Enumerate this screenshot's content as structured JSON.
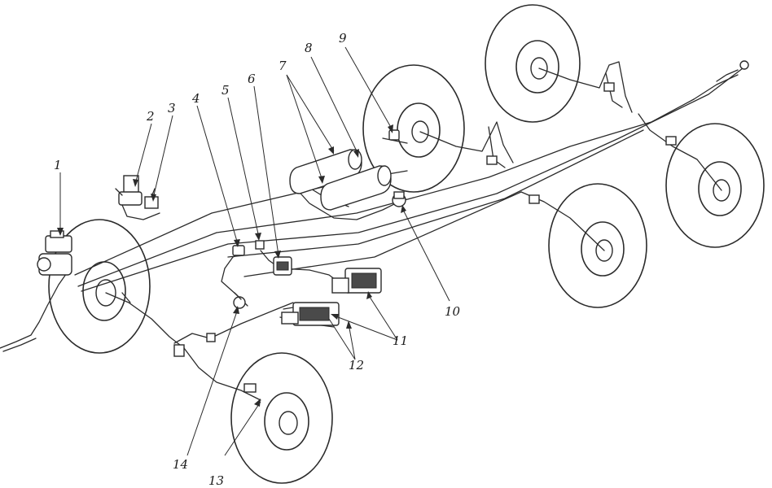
{
  "callouts": [
    "1",
    "2",
    "3",
    "4",
    "5",
    "6",
    "7",
    "8",
    "9",
    "10",
    "11",
    "12",
    "13",
    "14"
  ],
  "colors": {
    "line": "#2b2b2b",
    "background": "#ffffff"
  }
}
